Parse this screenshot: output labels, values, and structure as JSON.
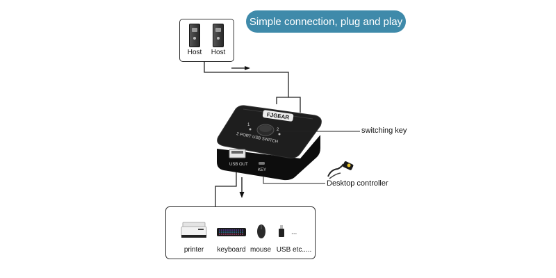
{
  "title": "Simple connection, plug and play",
  "hosts": [
    "Host",
    "Host"
  ],
  "switch": {
    "brand": "FJGEAR",
    "model_text": "2 PORT USB SWITCH",
    "port1": "1",
    "port2": "2",
    "usb_out_label": "USB OUT",
    "key_label": "KEY"
  },
  "labels": {
    "switching_key": "switching key",
    "desktop_controller": "Desktop controller"
  },
  "devices": [
    "printer",
    "keyboard",
    "mouse",
    "USB etc.....",
    "..."
  ]
}
